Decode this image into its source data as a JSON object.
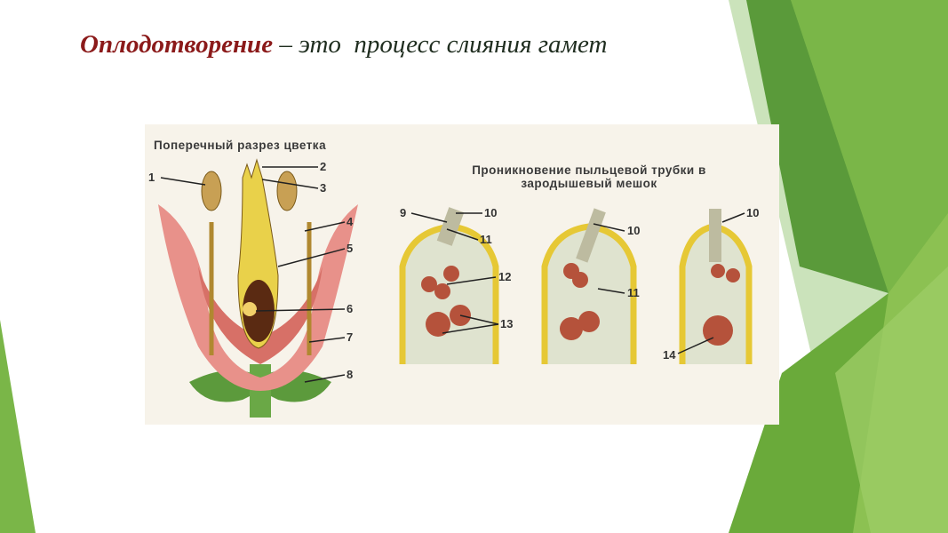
{
  "slide": {
    "title_term": "Оплодотворение",
    "title_rest": " – это  процесс слияния гамет"
  },
  "figure": {
    "flower_caption": "Поперечный разрез цветка",
    "sac_caption_line1": "Проникновение пыльцевой трубки в",
    "sac_caption_line2": "зародышевый мешок",
    "numbers": [
      "1",
      "2",
      "3",
      "4",
      "5",
      "6",
      "7",
      "8",
      "9",
      "10",
      "11",
      "12",
      "13",
      "14"
    ]
  },
  "colors": {
    "accent_green": "#7ab648",
    "dark_green": "#4e8a2a",
    "term": "#8b1a1a"
  }
}
